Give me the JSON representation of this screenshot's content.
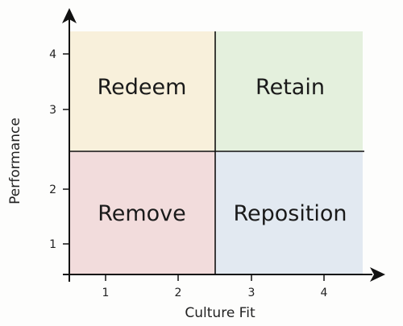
{
  "quadrants": [
    {
      "label": "Redeem",
      "color": "#f8f0db"
    },
    {
      "label": "Retain",
      "color": "#e4f0dd"
    },
    {
      "label": "Remove",
      "color": "#f2dcdc"
    },
    {
      "label": "Reposition",
      "color": "#e2e9f1"
    }
  ],
  "x_axis": {
    "title": "Culture Fit",
    "ticks": [
      "1",
      "2",
      "3",
      "4"
    ]
  },
  "y_axis": {
    "title": "Performance",
    "ticks": [
      "1",
      "2",
      "3",
      "4"
    ]
  },
  "divider_color": "#111111"
}
